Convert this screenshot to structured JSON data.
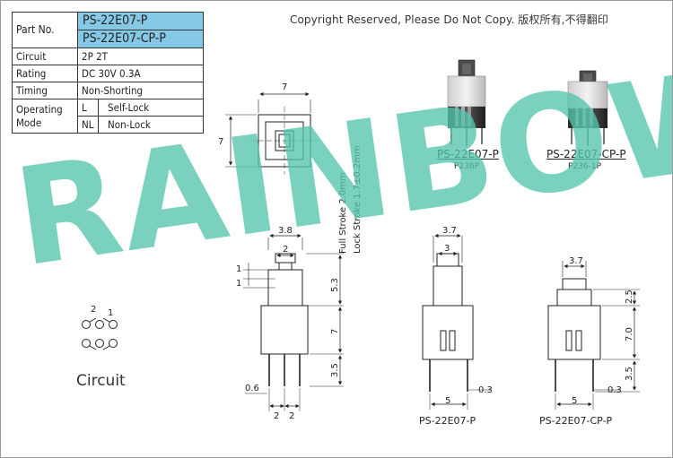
{
  "spec_table": {
    "part_no_label": "Part No.",
    "part_numbers": [
      "PS-22E07-P",
      "PS-22E07-CP-P"
    ],
    "rows": [
      {
        "label": "Circuit",
        "value": "2P  2T"
      },
      {
        "label": "Rating",
        "value": "DC  30V  0.3A"
      },
      {
        "label": "Timing",
        "value": "Non-Shorting"
      }
    ],
    "operating_mode_label": "Operating Mode",
    "modes": [
      {
        "code": "L",
        "name": "Self-Lock"
      },
      {
        "code": "NL",
        "name": "Non-Lock"
      }
    ]
  },
  "copyright": "Copyright  Reserved,  Please  Do  Not  Copy.  版权所有,不得翻印",
  "watermark": "RAINBOW",
  "products": [
    {
      "name": "PS-22E07-P",
      "code": "P236P"
    },
    {
      "name": "PS-22E07-CP-P",
      "code": "P236-1P"
    }
  ],
  "top_view": {
    "width_dim": "7",
    "height_dim": "7"
  },
  "stroke": {
    "full": "Full Stroke 2.0mm",
    "lock": "Lock Stroke 1.7±0.2mm"
  },
  "side_view": {
    "dims": {
      "top_width": "3.8",
      "inner_width": "2",
      "step1": "1",
      "step2": "1",
      "plunger_height": "5.3",
      "body_height": "7",
      "pin_length": "3.5",
      "pin_width": "0.6",
      "pitch_left": "2",
      "pitch_right": "2"
    }
  },
  "front_view_p": {
    "name": "PS-22E07-P",
    "dims": {
      "top_width": "3.7",
      "inner_width": "3",
      "body_width": "5",
      "pin_thickness": "0.3"
    }
  },
  "front_view_cp": {
    "name": "PS-22E07-CP-P",
    "dims": {
      "top_width": "3.7",
      "plunger_height": "2.5",
      "body_height": "7.0",
      "pin_length": "3.5",
      "body_width": "5",
      "pin_thickness": "0.3"
    }
  },
  "circuit": {
    "label": "Circuit",
    "pin_labels": [
      "2",
      "1"
    ]
  }
}
